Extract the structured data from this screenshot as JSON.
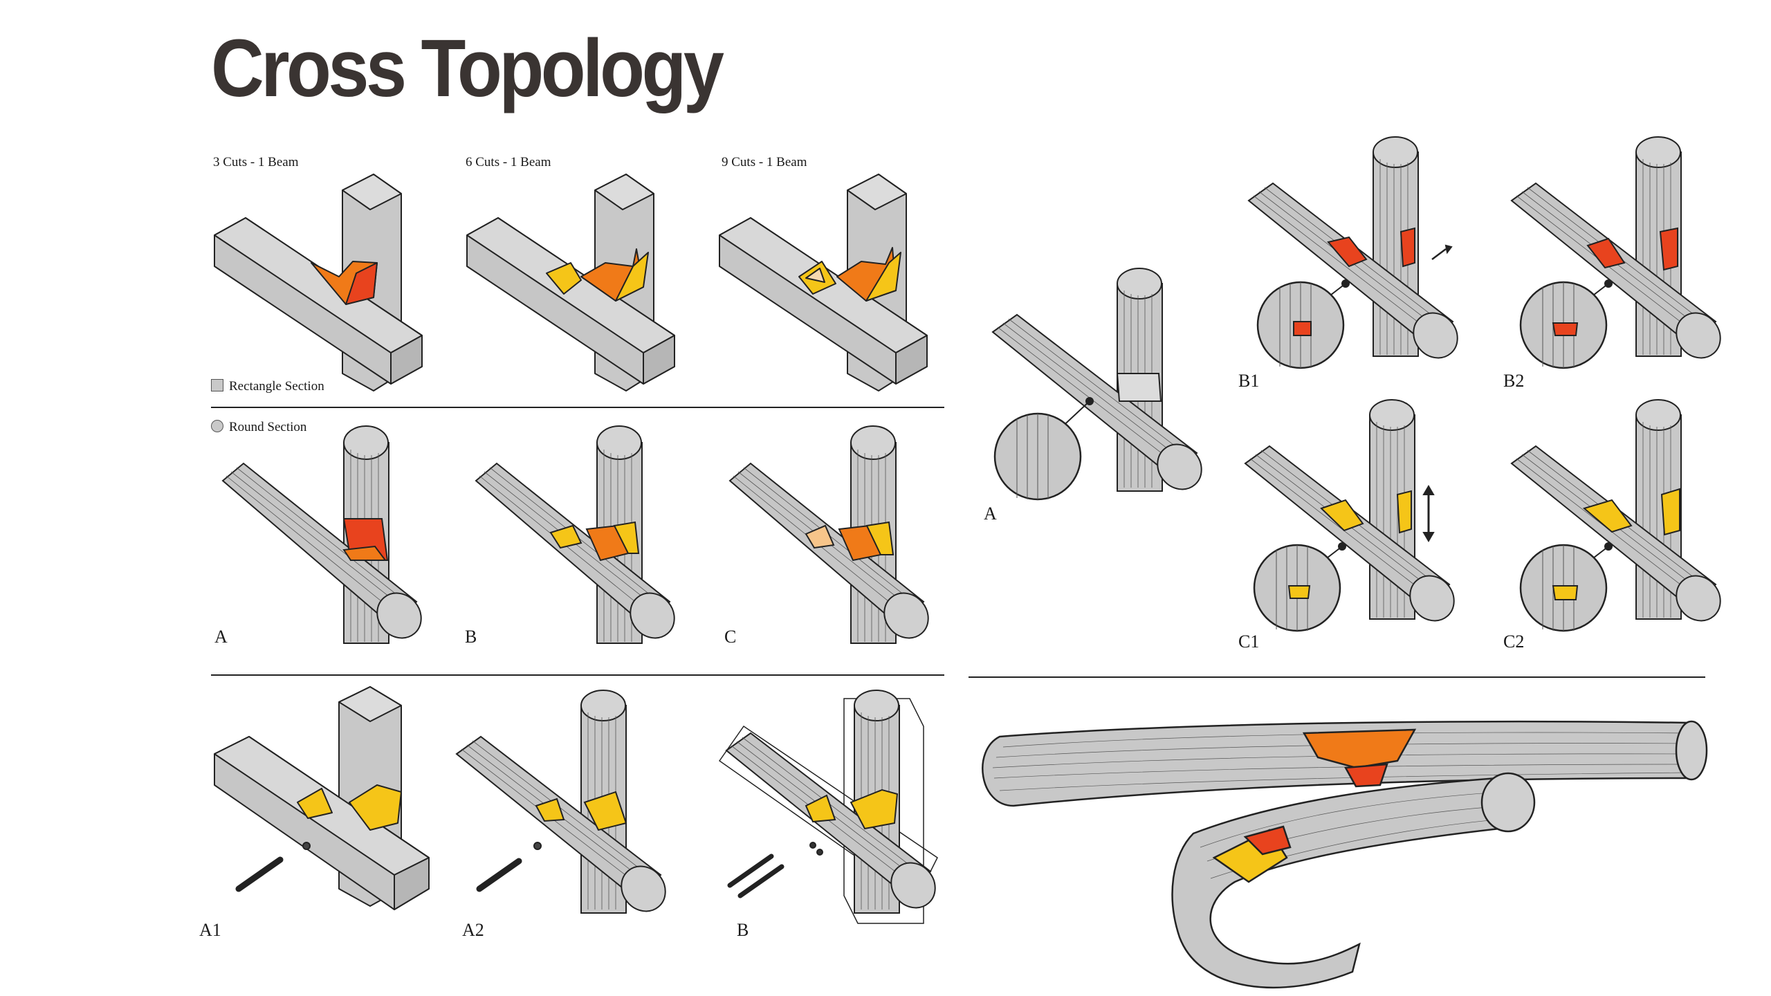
{
  "title": "Cross Topology",
  "columns": [
    "3 Cuts - 1 Beam",
    "6 Cuts - 1 Beam",
    "9 Cuts - 1 Beam"
  ],
  "legend": {
    "rectangle": "Rectangle Section",
    "round": "Round Section"
  },
  "labels": {
    "round_row": [
      "A",
      "B",
      "C"
    ],
    "bottom_row": [
      "A1",
      "A2",
      "B"
    ],
    "right_large": "A",
    "right_grid": [
      "B1",
      "B2",
      "C1",
      "C2"
    ]
  },
  "colors": {
    "beam": "#c8c8c8",
    "cut_red": "#e8431e",
    "cut_orange": "#f07a18",
    "cut_yellow": "#f5c518",
    "line": "#222222"
  }
}
